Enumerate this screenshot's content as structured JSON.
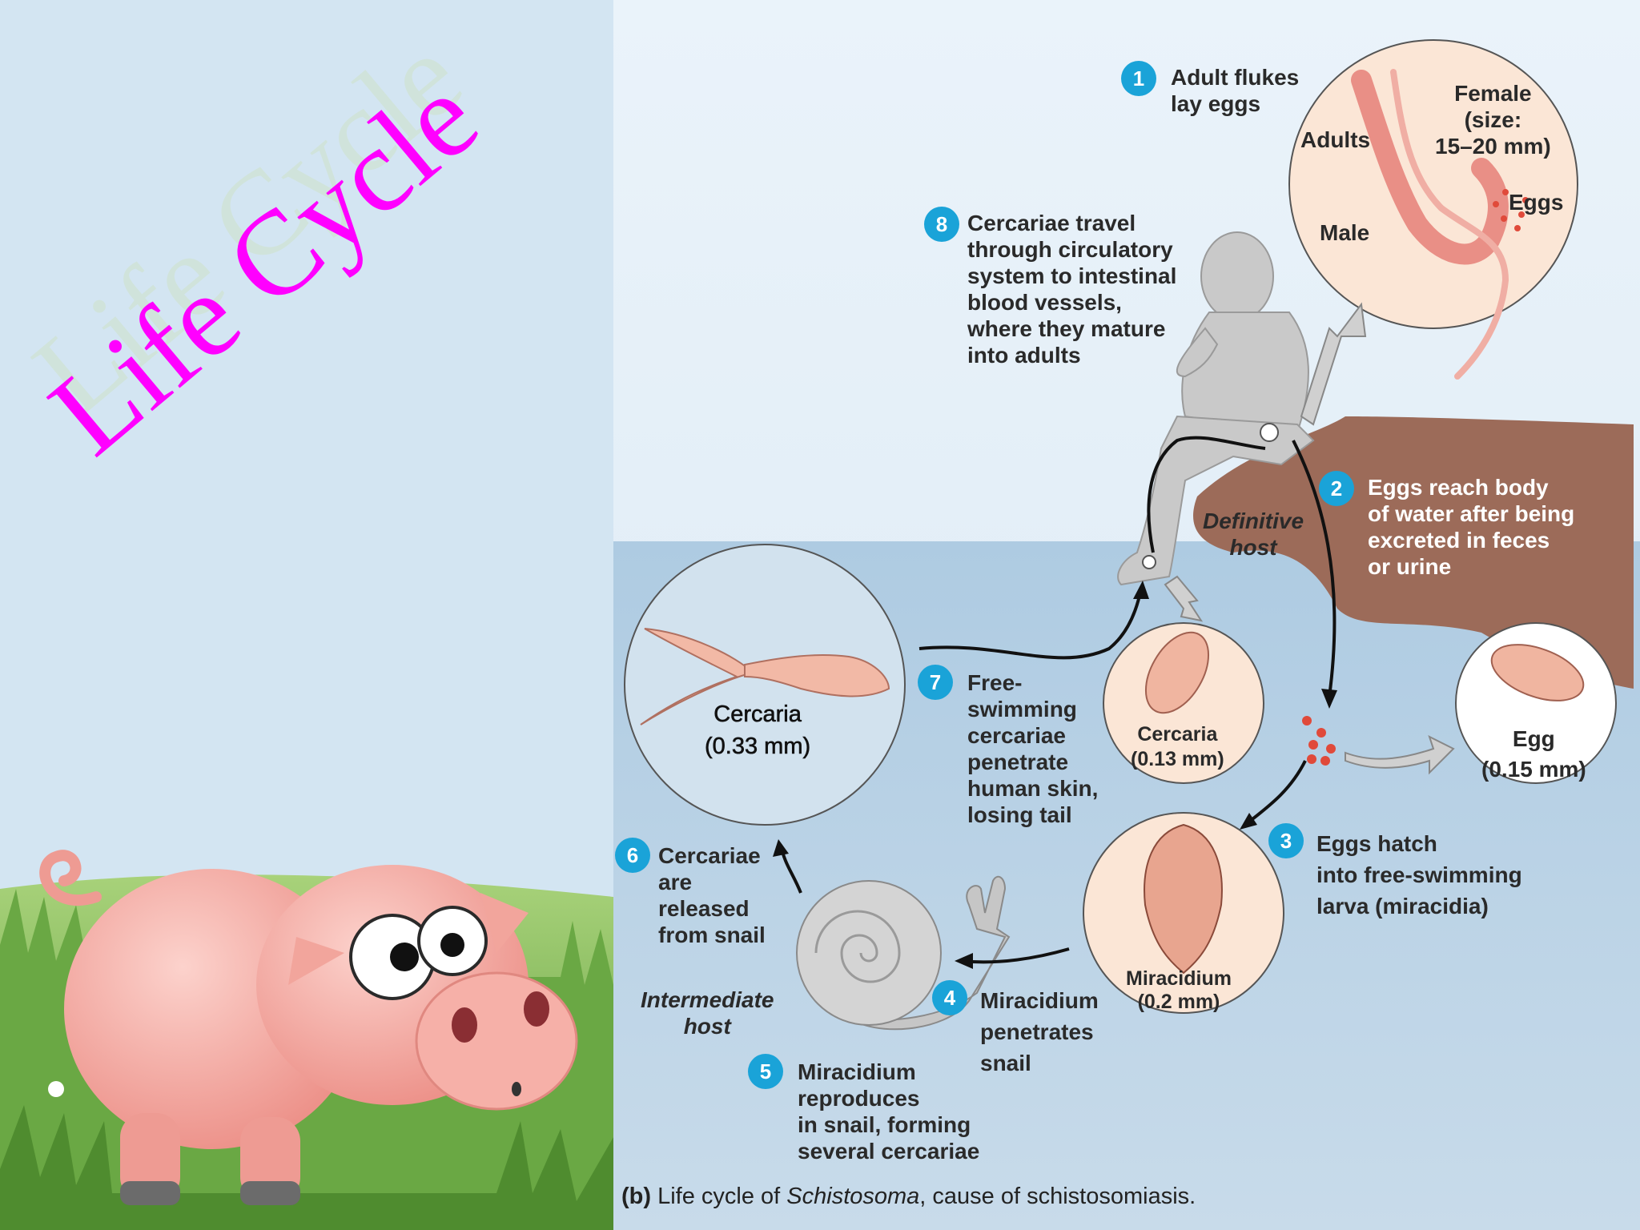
{
  "slide": {
    "title": "Life Cycle",
    "caption": {
      "prefix": "(b)",
      "text_before": "Life cycle of ",
      "genus": "Schistosoma",
      "text_after": ", cause of schistosomiasis."
    }
  },
  "steps": [
    {
      "number": "1",
      "text": "Adult flukes\nlay eggs"
    },
    {
      "number": "2",
      "text": "Eggs reach body\nof water after being\nexcreted in feces\nor urine"
    },
    {
      "number": "3",
      "text": "Eggs hatch\ninto free-swimming\nlarva (miracidia)"
    },
    {
      "number": "4",
      "text": "Miracidium\npenetrates\nsnail"
    },
    {
      "number": "5",
      "text": "Miracidium\nreproduces\nin snail, forming\nseveral cercariae"
    },
    {
      "number": "6",
      "text": "Cercariae\nare\nreleased\nfrom snail"
    },
    {
      "number": "7",
      "text": "Free-\nswimming\ncercariae\npenetrate\nhuman skin,\nlosing tail"
    },
    {
      "number": "8",
      "text": "Cercariae travel\nthrough circulatory\nsystem to intestinal\nblood vessels,\nwhere they mature\ninto adults"
    }
  ],
  "labels": {
    "adults": "Adults",
    "female": "Female\n(size:\n15–20 mm)",
    "male": "Male",
    "eggs": "Eggs",
    "definitive_host": "Definitive\nhost",
    "intermediate_host": "Intermediate\nhost",
    "cercaria_large": "Cercaria\n(0.33 mm)",
    "cercaria_small": "Cercaria\n(0.13 mm)",
    "egg": "Egg\n(0.15 mm)",
    "miracidium": "Miracidium\n(0.2 mm)"
  },
  "colors": {
    "title": "#ff00ff",
    "badge": "#1aa3d8",
    "water": "#a9c8e0",
    "mud": "#9a6a58",
    "pig": "#f4a8a0"
  }
}
